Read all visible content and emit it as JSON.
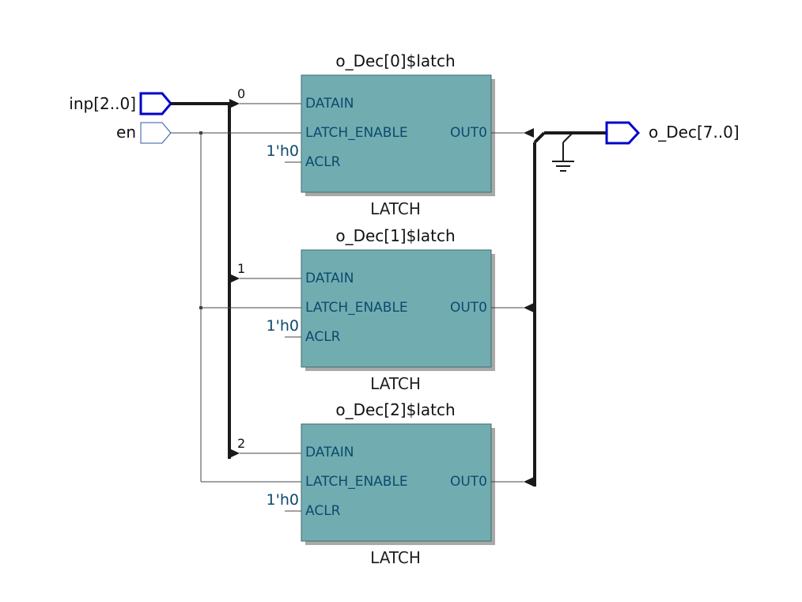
{
  "diagram": {
    "inputs": [
      {
        "label": "inp[2..0]",
        "bus": true
      },
      {
        "label": "en",
        "bus": false
      }
    ],
    "output": {
      "label": "o_Dec[7..0]",
      "bus": true
    },
    "bus_indices": [
      "0",
      "1",
      "2"
    ],
    "latches": [
      {
        "title": "o_Dec[0]$latch",
        "type": "LATCH",
        "ports": {
          "datain": "DATAIN",
          "latch_enable": "LATCH_ENABLE",
          "aclr": "ACLR",
          "out": "OUT0"
        },
        "aclr_const": "1'h0"
      },
      {
        "title": "o_Dec[1]$latch",
        "type": "LATCH",
        "ports": {
          "datain": "DATAIN",
          "latch_enable": "LATCH_ENABLE",
          "aclr": "ACLR",
          "out": "OUT0"
        },
        "aclr_const": "1'h0"
      },
      {
        "title": "o_Dec[2]$latch",
        "type": "LATCH",
        "ports": {
          "datain": "DATAIN",
          "latch_enable": "LATCH_ENABLE",
          "aclr": "ACLR",
          "out": "OUT0"
        },
        "aclr_const": "1'h0"
      }
    ],
    "colors": {
      "block_fill": "#71adb0",
      "block_shadow": "#a9a9a9",
      "io_bus": "#0000cc",
      "io_single": "#3355aa",
      "wire": "#444444",
      "bus": "#1a1a1a",
      "port_text": "#0c4a6e"
    }
  }
}
